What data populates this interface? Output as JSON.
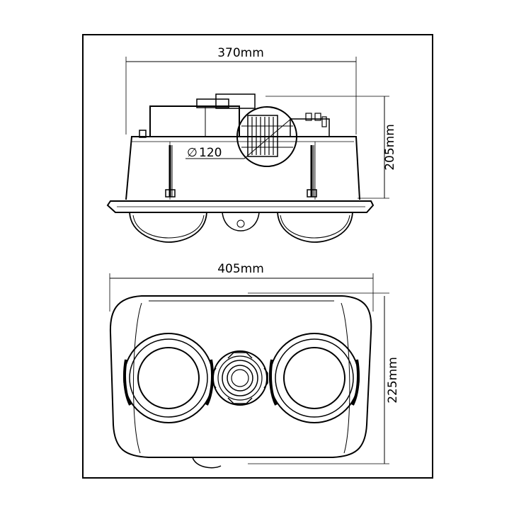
{
  "side_view": {
    "width_label": "370mm",
    "height_label": "205mm",
    "duct_label": "120",
    "duct_symbol": "∅"
  },
  "top_view": {
    "width_label": "405mm",
    "depth_label": "225mm"
  }
}
